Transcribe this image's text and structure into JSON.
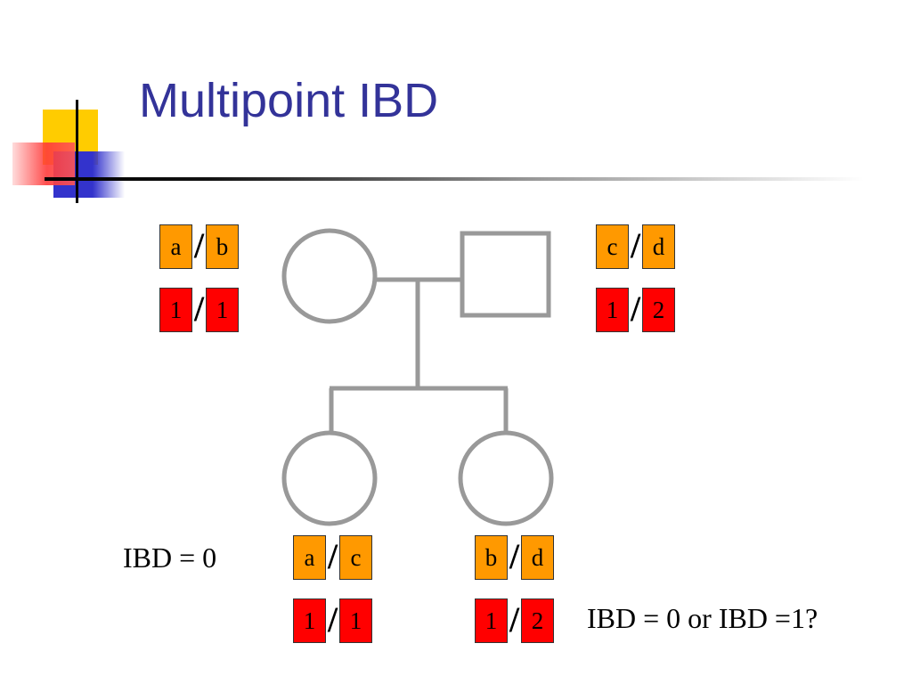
{
  "title": "Multipoint IBD",
  "mother": {
    "alleles": [
      "a",
      "b"
    ],
    "markers": [
      "1",
      "1"
    ]
  },
  "father": {
    "alleles": [
      "c",
      "d"
    ],
    "markers": [
      "1",
      "2"
    ]
  },
  "child1": {
    "alleles": [
      "a",
      "c"
    ],
    "markers": [
      "1",
      "1"
    ]
  },
  "child2": {
    "alleles": [
      "b",
      "d"
    ],
    "markers": [
      "1",
      "2"
    ]
  },
  "slash": "/",
  "labels": {
    "left": "IBD = 0",
    "right": "IBD = 0 or IBD =1?"
  },
  "colors": {
    "title": "#333399",
    "allele_box": "#ff9900",
    "marker_box": "#ff0000",
    "pedigree_lines": "#999999"
  }
}
